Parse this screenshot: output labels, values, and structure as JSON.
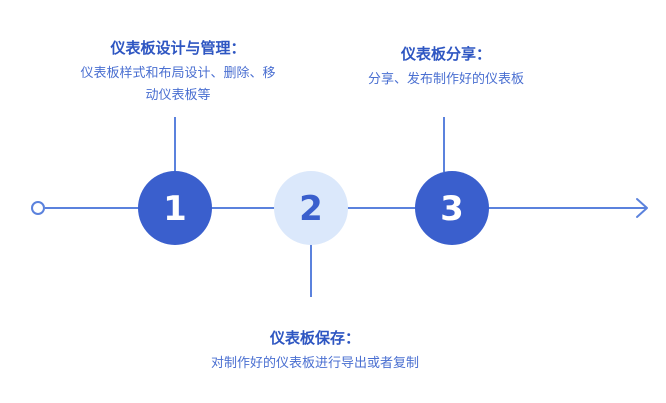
{
  "colors": {
    "line": "#5b82dd",
    "circle_dark": "#3a5fcd",
    "circle_light": "#dbe8fb",
    "number_on_dark": "#ffffff",
    "number_on_light": "#3a5fcd",
    "title": "#2e56c2",
    "desc": "#4a6fd1"
  },
  "steps": [
    {
      "number": "1",
      "title": "仪表板设计与管理：",
      "desc": "仪表板样式和布局设计、删除、移动仪表板等"
    },
    {
      "number": "2",
      "title": "仪表板保存：",
      "desc": "对制作好的仪表板进行导出或者复制"
    },
    {
      "number": "3",
      "title": "仪表板分享：",
      "desc": "分享、发布制作好的仪表板"
    }
  ]
}
